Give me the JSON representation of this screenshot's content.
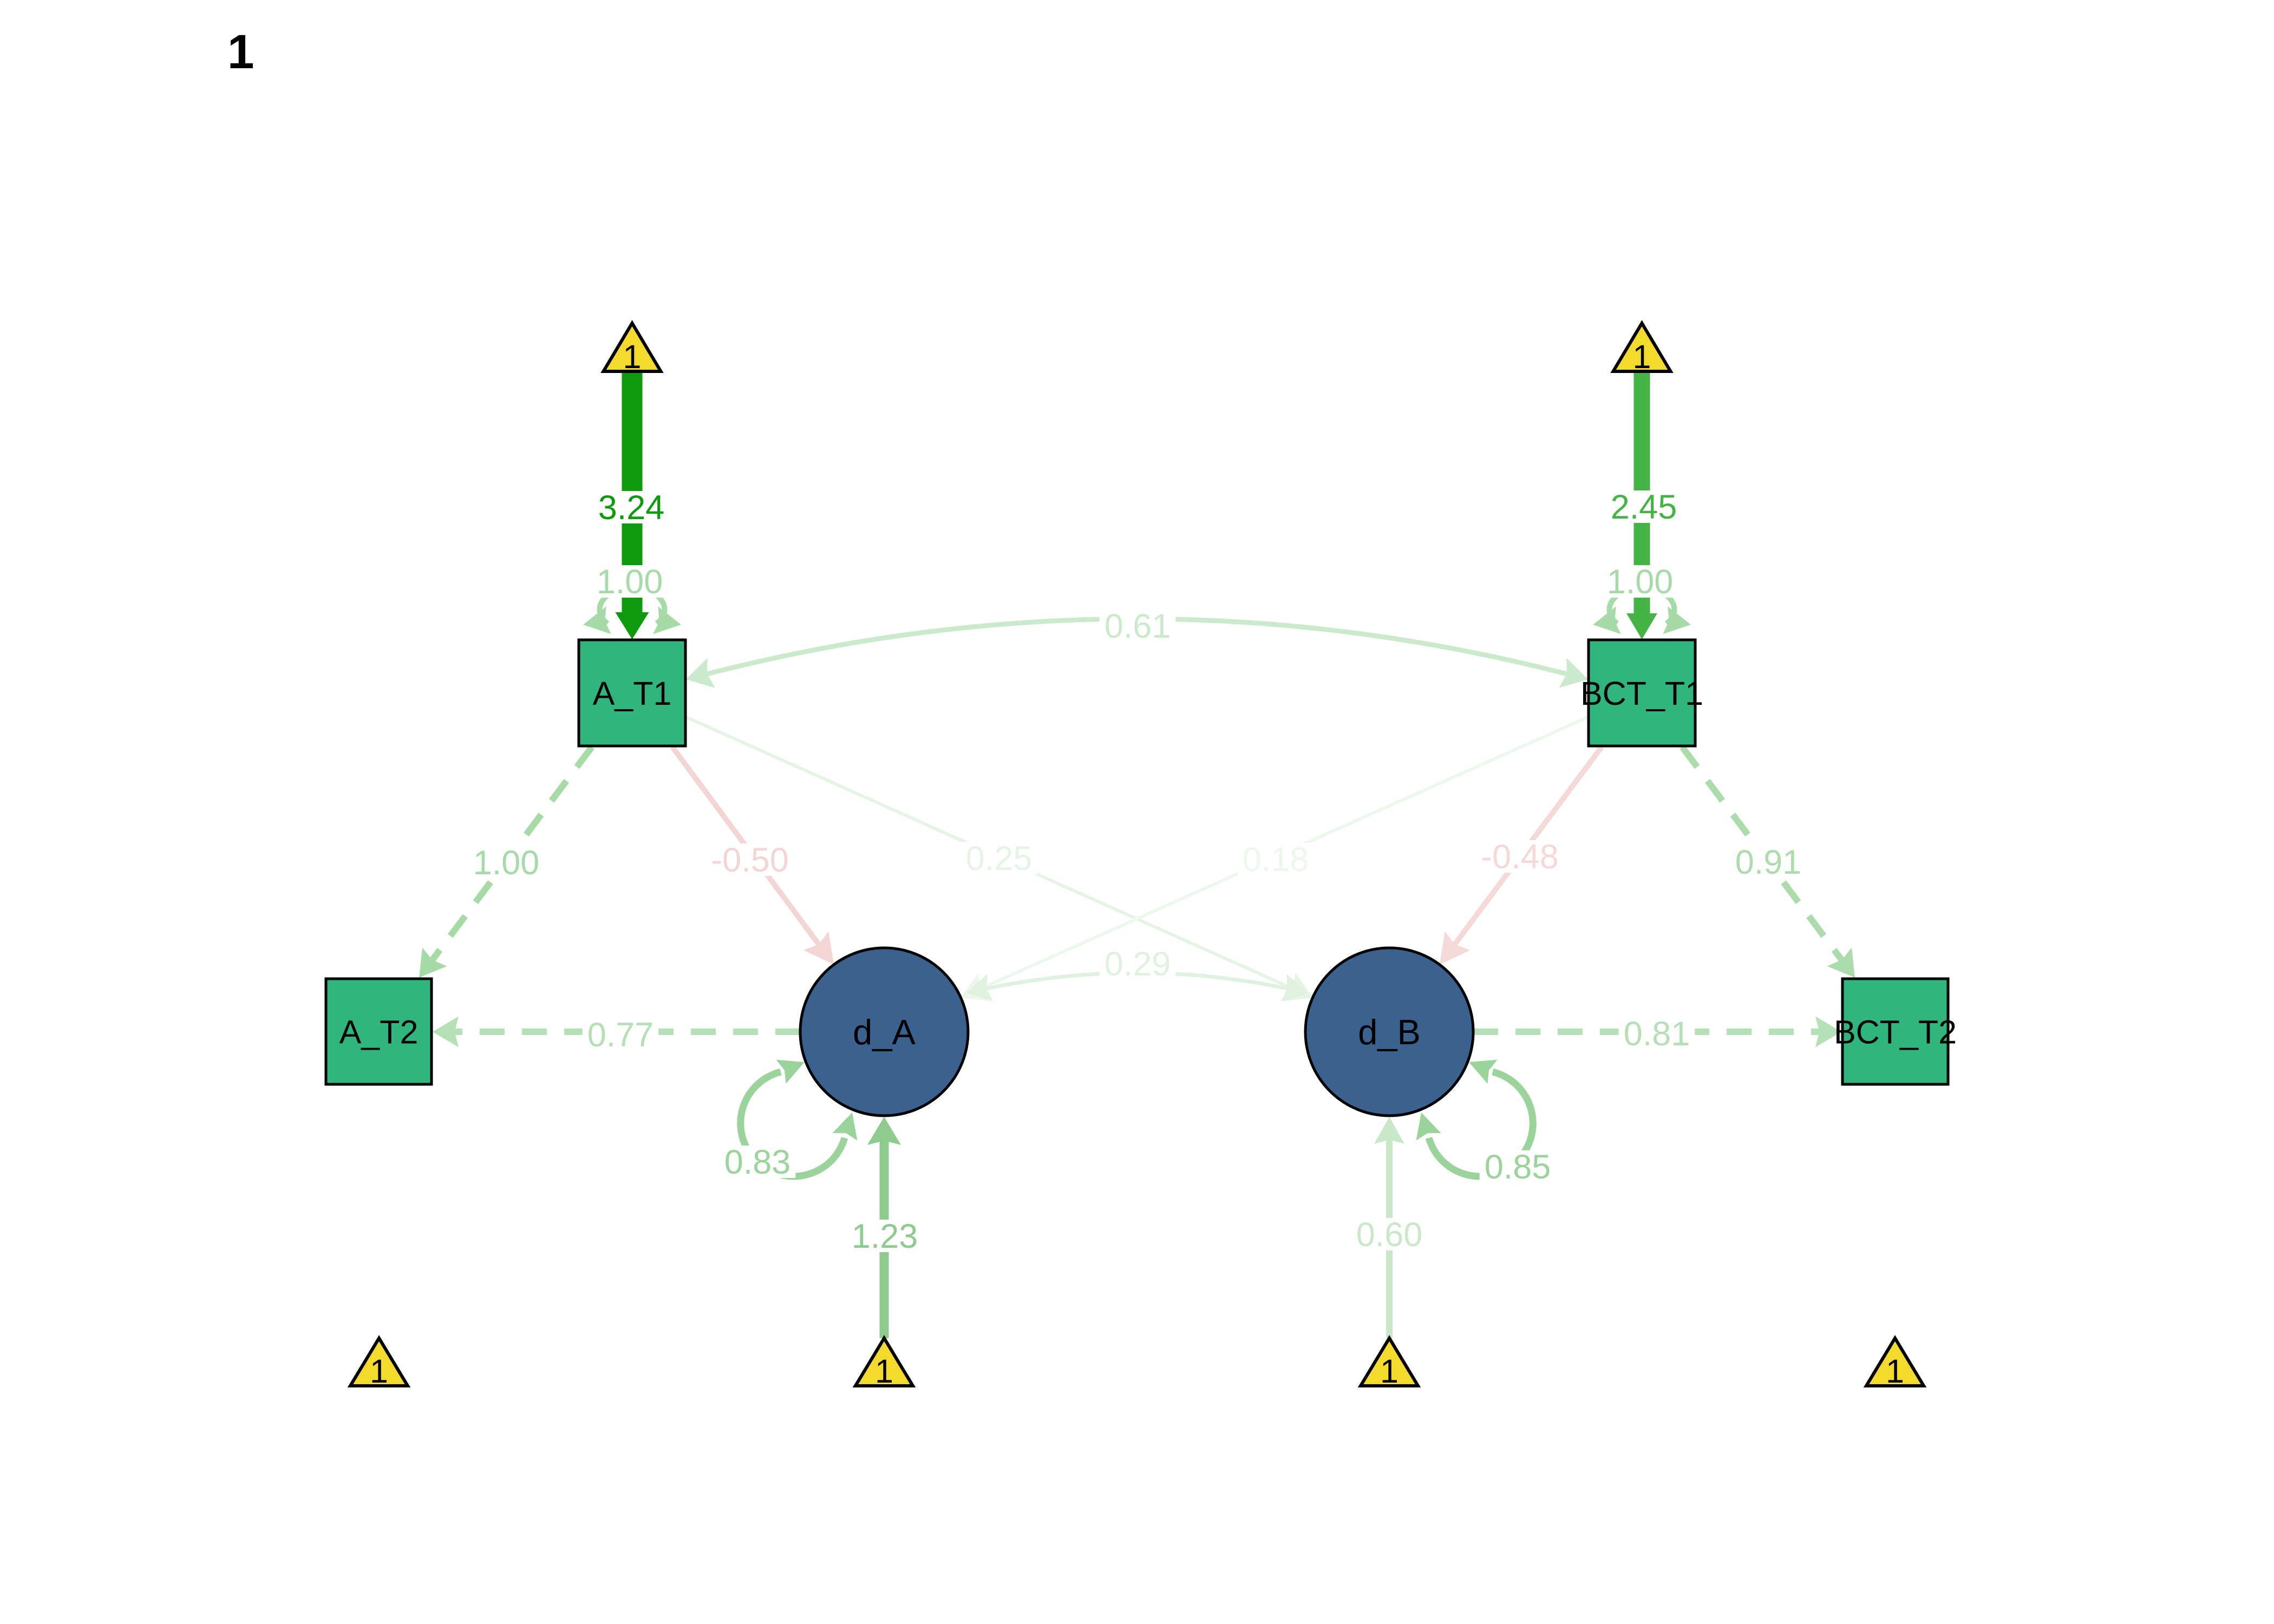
{
  "title": "1",
  "background": "#FFFFFF",
  "diagram": {
    "type": "sem-path-diagram",
    "nodes": [
      {
        "id": "const-a-t1",
        "label": "1",
        "shape": "triangle",
        "fill": "#F5DA2E",
        "role": "constant"
      },
      {
        "id": "const-bct-t1",
        "label": "1",
        "shape": "triangle",
        "fill": "#F5DA2E",
        "role": "constant"
      },
      {
        "id": "a-t1",
        "label": "A_T1",
        "shape": "square",
        "fill": "#31B57E",
        "role": "manifest"
      },
      {
        "id": "bct-t1",
        "label": "BCT_T1",
        "shape": "square",
        "fill": "#31B57E",
        "role": "manifest"
      },
      {
        "id": "a-t2",
        "label": "A_T2",
        "shape": "square",
        "fill": "#31B57E",
        "role": "manifest"
      },
      {
        "id": "bct-t2",
        "label": "BCT_T2",
        "shape": "square",
        "fill": "#31B57E",
        "role": "manifest"
      },
      {
        "id": "d-a",
        "label": "d_A",
        "shape": "circle",
        "fill": "#3B618E",
        "role": "latent"
      },
      {
        "id": "d-b",
        "label": "d_B",
        "shape": "circle",
        "fill": "#3B618E",
        "role": "latent"
      },
      {
        "id": "const-a-t2",
        "label": "1",
        "shape": "triangle",
        "fill": "#F5DA2E",
        "role": "constant"
      },
      {
        "id": "const-d-a",
        "label": "1",
        "shape": "triangle",
        "fill": "#F5DA2E",
        "role": "constant"
      },
      {
        "id": "const-d-b",
        "label": "1",
        "shape": "triangle",
        "fill": "#F5DA2E",
        "role": "constant"
      },
      {
        "id": "const-bct-t2",
        "label": "1",
        "shape": "triangle",
        "fill": "#F5DA2E",
        "role": "constant"
      }
    ],
    "edges": [
      {
        "from": "const-a-t1",
        "to": "a-t1",
        "value": "3.24",
        "color": "#0D9B0D",
        "kind": "intercept"
      },
      {
        "from": "const-bct-t1",
        "to": "bct-t1",
        "value": "2.45",
        "color": "#46B346",
        "kind": "intercept"
      },
      {
        "from": "a-t1",
        "to": "a-t1",
        "value": "1.00",
        "color": "#A6DAA6",
        "kind": "variance"
      },
      {
        "from": "bct-t1",
        "to": "bct-t1",
        "value": "1.00",
        "color": "#A6DAA6",
        "kind": "variance"
      },
      {
        "from": "a-t1",
        "to": "bct-t1",
        "value": "0.61",
        "color": "#CBEACB",
        "kind": "covariance"
      },
      {
        "from": "a-t1",
        "to": "a-t2",
        "value": "1.00",
        "color": "#A6DAA6",
        "kind": "regression-dashed"
      },
      {
        "from": "a-t1",
        "to": "d-a",
        "value": "-0.50",
        "color": "#F4D5D5",
        "kind": "regression"
      },
      {
        "from": "a-t1",
        "to": "d-b",
        "value": "0.25",
        "color": "#E5F4E5",
        "kind": "regression"
      },
      {
        "from": "bct-t1",
        "to": "d-a",
        "value": "0.18",
        "color": "#ECF8EC",
        "kind": "regression"
      },
      {
        "from": "bct-t1",
        "to": "d-b",
        "value": "-0.48",
        "color": "#F5D8D8",
        "kind": "regression"
      },
      {
        "from": "bct-t1",
        "to": "bct-t2",
        "value": "0.91",
        "color": "#ACDCAC",
        "kind": "regression-dashed"
      },
      {
        "from": "d-a",
        "to": "a-t2",
        "value": "0.77",
        "color": "#B5E0B5",
        "kind": "regression-dashed"
      },
      {
        "from": "d-b",
        "to": "bct-t2",
        "value": "0.81",
        "color": "#B5E0B5",
        "kind": "regression-dashed"
      },
      {
        "from": "d-a",
        "to": "d-b",
        "value": "0.29",
        "color": "#DFF2DF",
        "kind": "covariance"
      },
      {
        "from": "d-a",
        "to": "d-a",
        "value": "0.83",
        "color": "#9BD49B",
        "kind": "variance"
      },
      {
        "from": "d-b",
        "to": "d-b",
        "value": "0.85",
        "color": "#9BD49B",
        "kind": "variance"
      },
      {
        "from": "const-d-a",
        "to": "d-a",
        "value": "1.23",
        "color": "#8FCA8F",
        "kind": "intercept"
      },
      {
        "from": "const-d-b",
        "to": "d-b",
        "value": "0.60",
        "color": "#C8E8C8",
        "kind": "intercept"
      }
    ]
  }
}
